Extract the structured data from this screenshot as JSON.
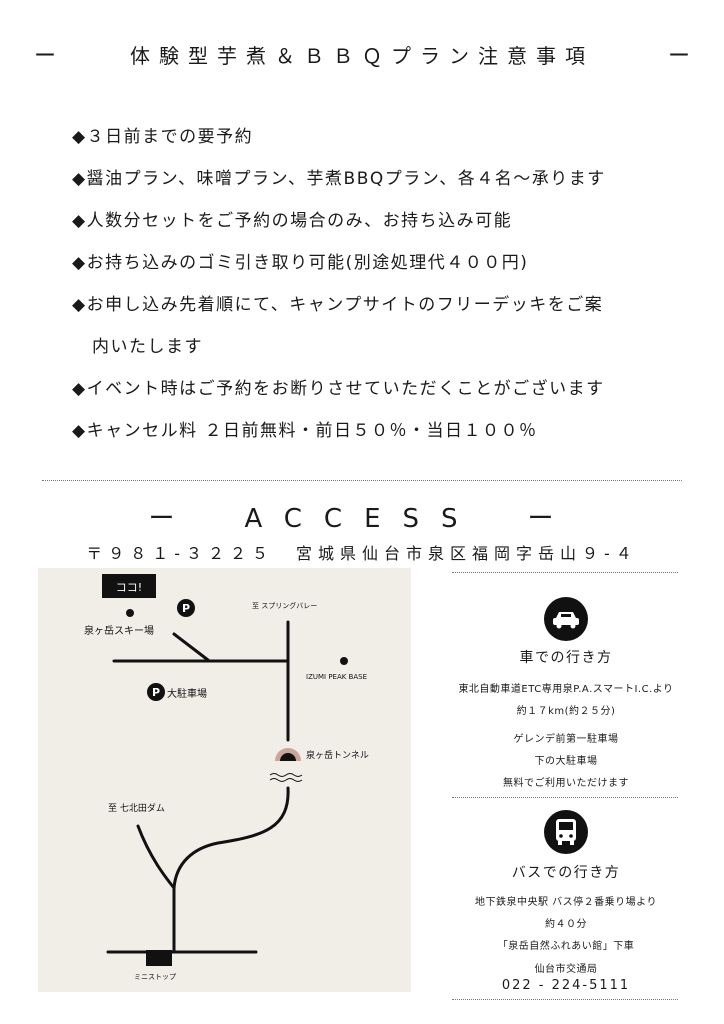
{
  "header": {
    "dash_left": "ー",
    "dash_right": "ー",
    "title": "体験型芋煮＆ＢＢＱプラン注意事項"
  },
  "notes": [
    {
      "text": "◆３日前までの要予約"
    },
    {
      "text": "◆醤油プラン、味噌プラン、芋煮BBQプラン、各４名～承ります"
    },
    {
      "text": "◆人数分セットをご予約の場合のみ、お持ち込み可能"
    },
    {
      "text": "◆お持ち込みのゴミ引き取り可能(別途処理代４００円)"
    },
    {
      "text": "◆お申し込み先着順にて、キャンプサイトのフリーデッキをご案",
      "cont": "内いたします"
    },
    {
      "text": "◆イベント時はご予約をお断りさせていただくことがございます"
    },
    {
      "text": "◆キャンセル料 ２日前無料・前日５０％・当日１００％"
    }
  ],
  "access": {
    "title": "ー　ACCESS　ー",
    "address": "〒９８１-３２２５　宮城県仙台市泉区福岡字岳山９-４"
  },
  "map": {
    "here_label": "ココ!",
    "ski_area": "泉ヶ岳スキー場",
    "spring_valley": "至 スプリングバレー",
    "izumi_peak": "IZUMI PEAK BASE",
    "parking": "大駐車場",
    "parking_icon": "P",
    "tunnel": "泉ヶ岳トンネル",
    "dam": "至 七北田ダム",
    "ministop": "ミニストップ"
  },
  "car": {
    "icon": "car-icon",
    "title": "車での行き方",
    "lines": [
      "東北自動車道ETC専用泉P.A.スマートI.C.より",
      "約１７km(約２５分)",
      "ゲレンデ前第一駐車場",
      "下の大駐車場",
      "無料でご利用いただけます"
    ]
  },
  "bus": {
    "icon": "bus-icon",
    "title": "バスでの行き方",
    "lines": [
      "地下鉄泉中央駅 バス停２番乗り場より",
      "約４０分",
      "「泉岳自然ふれあい館」下車"
    ],
    "operator": "仙台市交通局",
    "phone": "022 - 224-5111"
  },
  "colors": {
    "map_bg": "#f1eee8",
    "tunnel": "#c9a59a",
    "text": "#1a1a1a"
  }
}
